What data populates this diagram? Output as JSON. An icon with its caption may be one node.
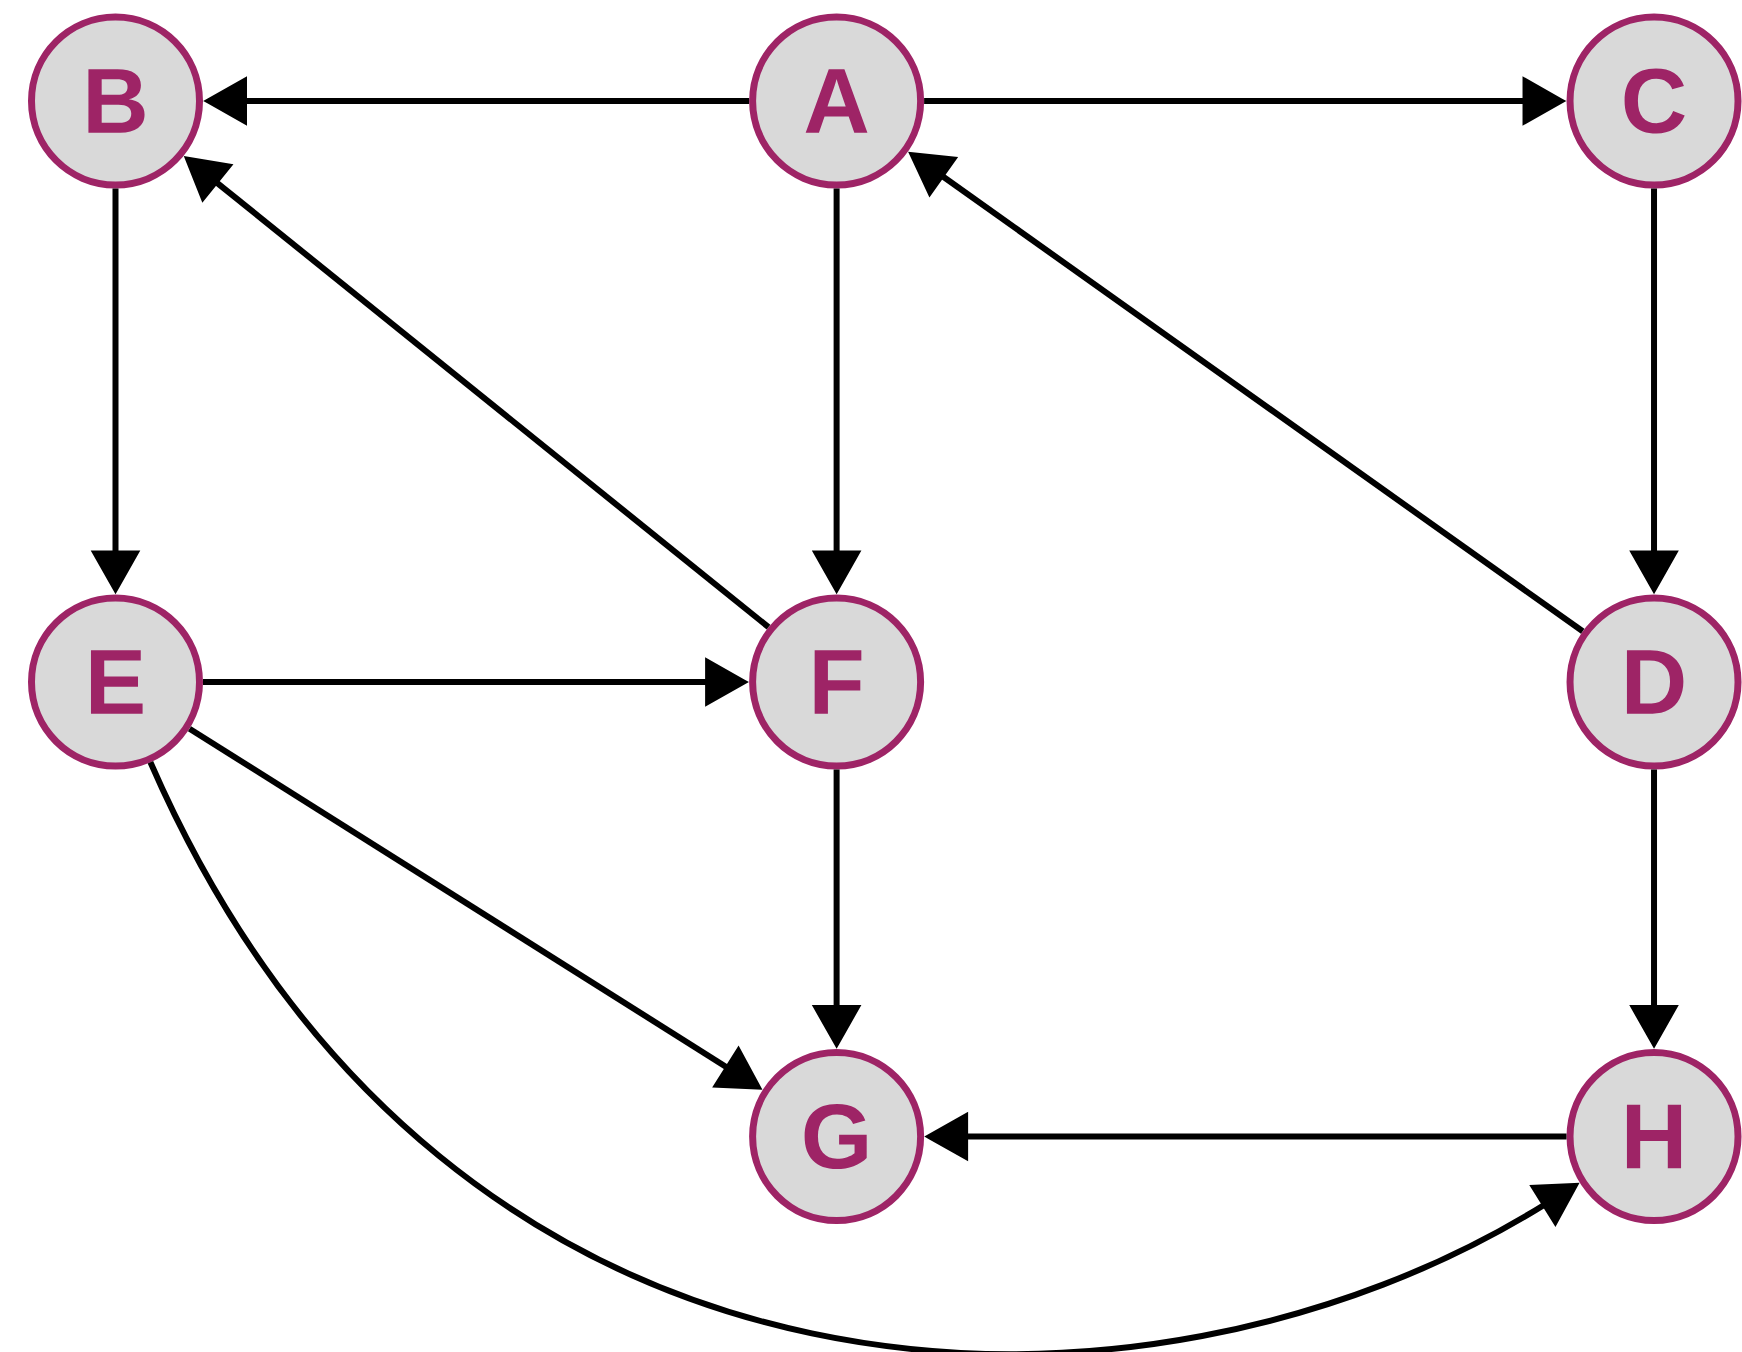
{
  "diagram": {
    "nodes": [
      {
        "text": [
          "B"
        ]
      },
      {
        "text": [
          "A"
        ]
      },
      {
        "text": [
          "C"
        ]
      },
      {
        "text": [
          "E"
        ]
      },
      {
        "text": [
          "F"
        ]
      },
      {
        "text": [
          "D"
        ]
      },
      {
        "text": [
          "G"
        ]
      },
      {
        "text": [
          "H"
        ]
      }
    ],
    "edges": [
      {
        "from": 1,
        "to": 0,
        "arrow": "to"
      },
      {
        "from": 1,
        "to": 2,
        "arrow": "to"
      },
      {
        "from": 0,
        "to": 3,
        "arrow": "to"
      },
      {
        "from": 1,
        "to": 4,
        "arrow": "to"
      },
      {
        "from": 4,
        "to": 0,
        "arrow": "to"
      },
      {
        "from": 5,
        "to": 1,
        "arrow": "to"
      },
      {
        "from": 2,
        "to": 5,
        "arrow": "to"
      },
      {
        "from": 3,
        "to": 4,
        "arrow": "to"
      },
      {
        "from": 3,
        "to": 6,
        "arrow": "to"
      },
      {
        "from": 3,
        "to": 7,
        "arrow": "to"
      },
      {
        "from": 4,
        "to": 6,
        "arrow": "to"
      },
      {
        "from": 5,
        "to": 7,
        "arrow": "to"
      },
      {
        "from": 7,
        "to": 6,
        "arrow": "to"
      }
    ]
  }
}
